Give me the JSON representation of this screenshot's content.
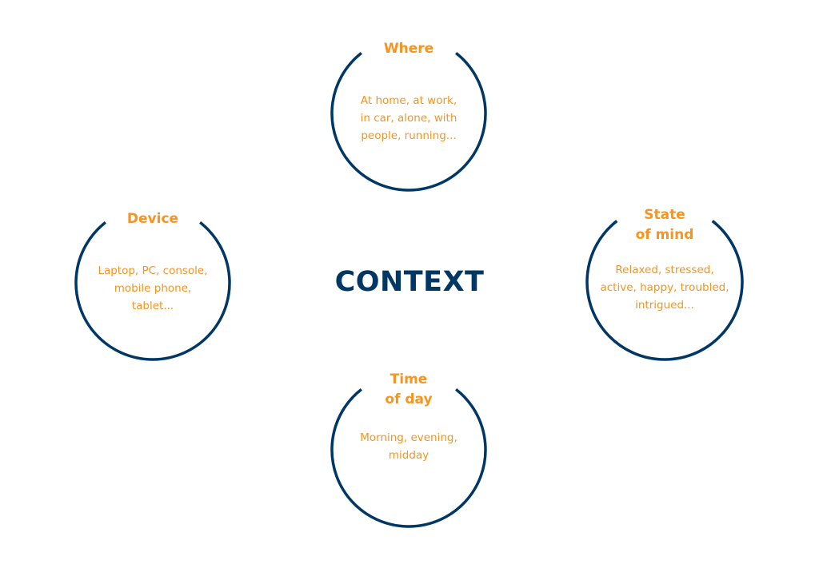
{
  "colors": {
    "accent": "#F7931E",
    "primary": "#003764",
    "background": "#FFFFFF"
  },
  "center": {
    "label": "CONTEXT"
  },
  "nodes": [
    {
      "id": "where",
      "title_lines": [
        "Where"
      ],
      "description_lines": [
        "At home, at work,",
        "in car, alone, with",
        "people, running..."
      ]
    },
    {
      "id": "device",
      "title_lines": [
        "Device"
      ],
      "description_lines": [
        "Laptop, PC, console,",
        "mobile phone,",
        "tablet..."
      ]
    },
    {
      "id": "state-of-mind",
      "title_lines": [
        "State",
        "of mind"
      ],
      "description_lines": [
        "Relaxed, stressed,",
        "active, happy, troubled,",
        "intrigued..."
      ]
    },
    {
      "id": "time-of-day",
      "title_lines": [
        "Time",
        "of day"
      ],
      "description_lines": [
        "Morning, evening,",
        "midday"
      ]
    }
  ]
}
